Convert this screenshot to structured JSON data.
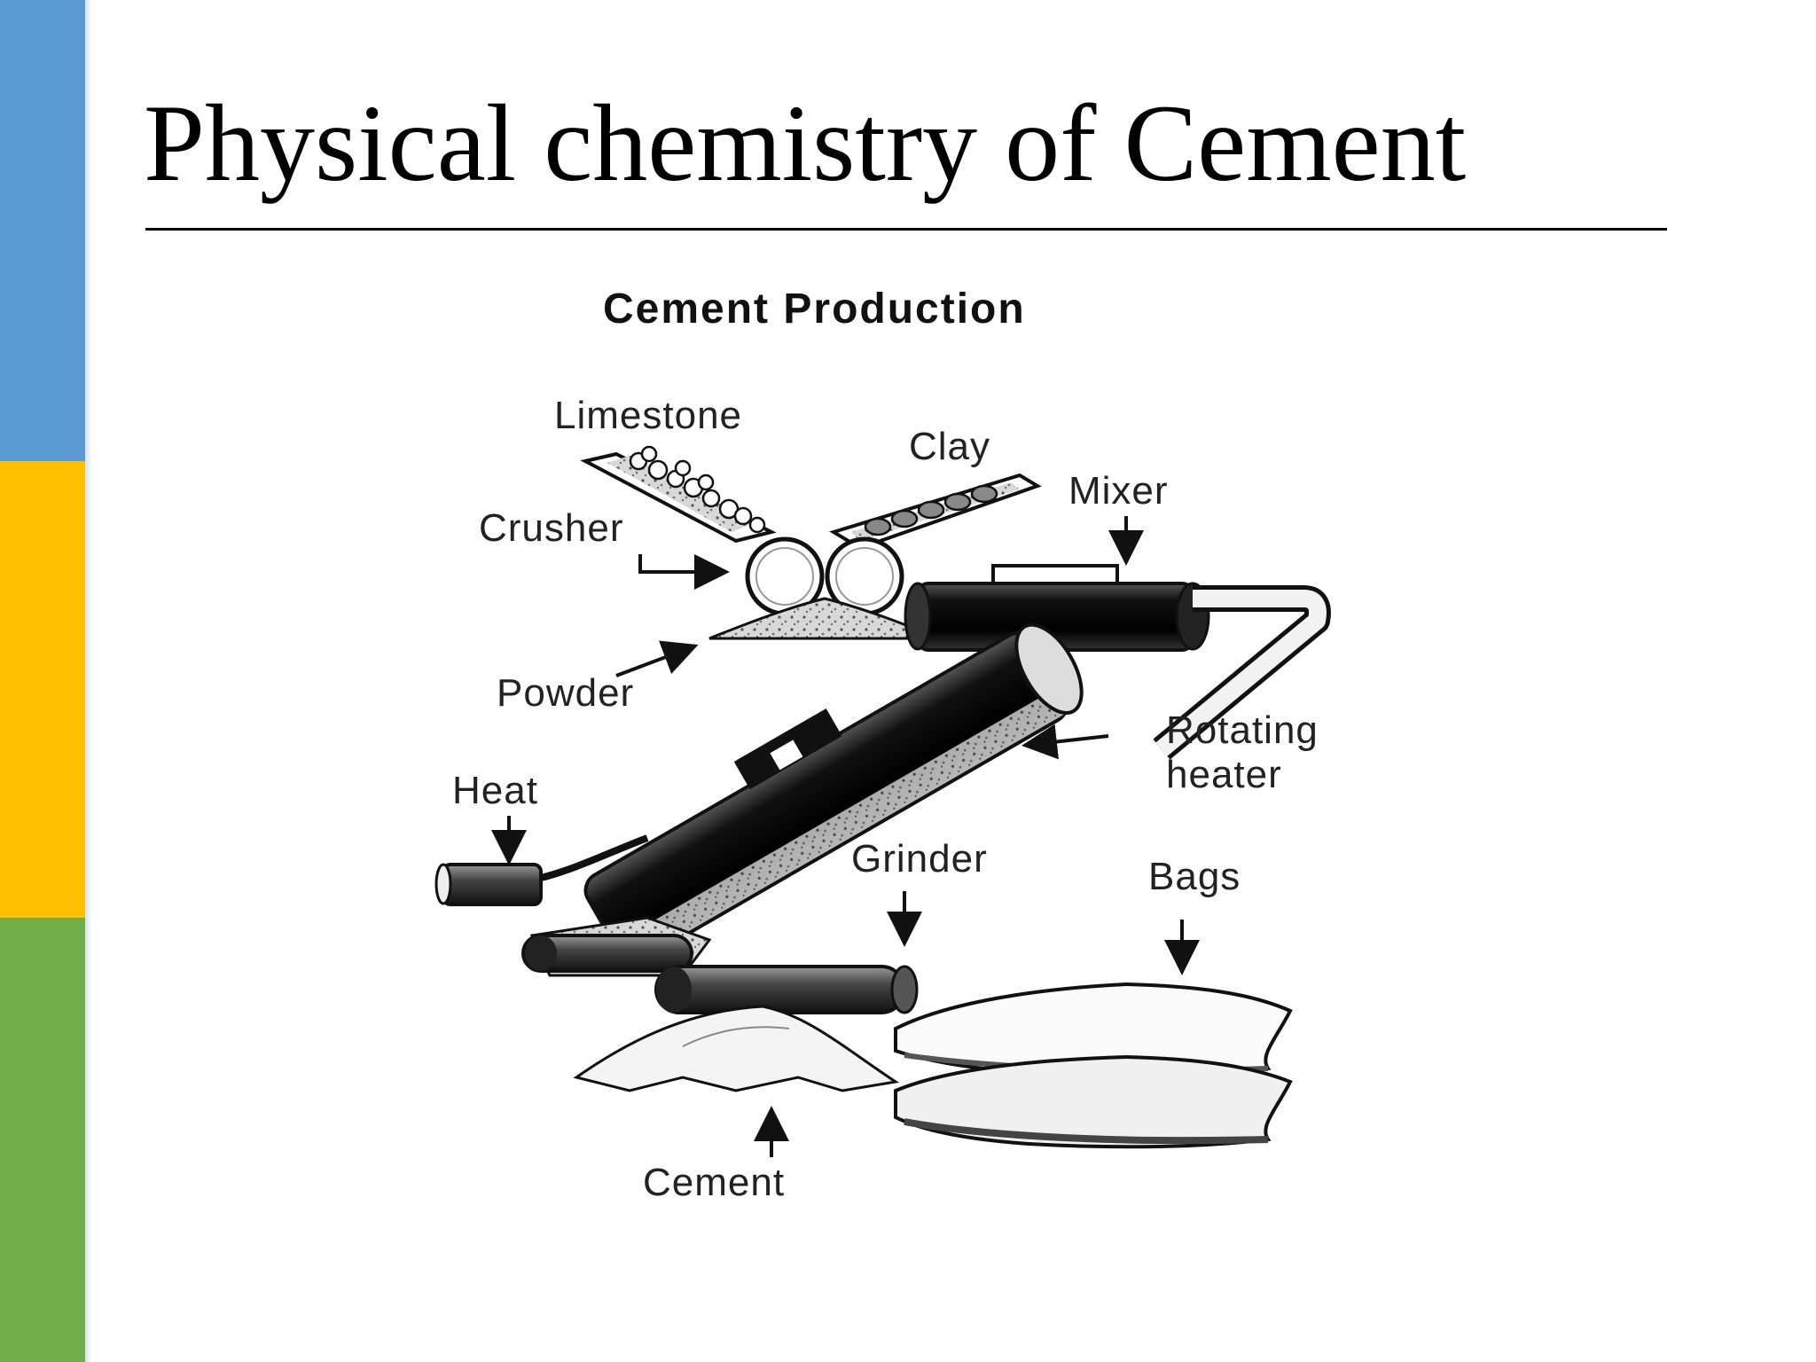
{
  "slide": {
    "title": "Physical chemistry of Cement",
    "accent_colors": {
      "blue": "#5b9bd5",
      "yellow": "#ffc000",
      "green": "#70ad47"
    }
  },
  "diagram": {
    "heading": "Cement Production",
    "labels": {
      "limestone": "Limestone",
      "clay": "Clay",
      "mixer": "Mixer",
      "crusher": "Crusher",
      "powder": "Powder",
      "rotating": "Rotating",
      "heater": "heater",
      "heat": "Heat",
      "grinder": "Grinder",
      "bags": "Bags",
      "cement": "Cement"
    }
  }
}
